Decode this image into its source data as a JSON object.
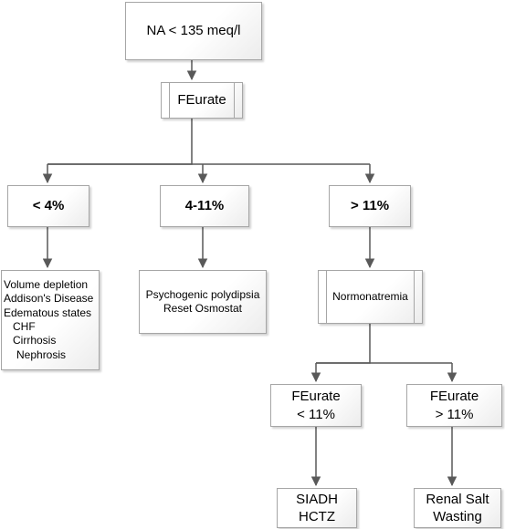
{
  "nodes": {
    "root": "NA < 135 meq/l",
    "feurate": "FEurate",
    "low": "< 4%",
    "mid": "4-11%",
    "high": "> 11%",
    "low_causes": [
      "Volume depletion",
      "Addison's Disease",
      "Edematous states",
      "CHF",
      "Cirrhosis",
      "Nephrosis"
    ],
    "mid_causes": [
      "Psychogenic polydipsia",
      "Reset Osmostat"
    ],
    "normonatremia": "Normonatremia",
    "fe_low": [
      "FEurate",
      "< 11%"
    ],
    "fe_high": [
      "FEurate",
      "> 11%"
    ],
    "siadh": [
      "SIADH",
      "HCTZ"
    ],
    "salt": [
      "Renal Salt",
      "Wasting"
    ]
  }
}
